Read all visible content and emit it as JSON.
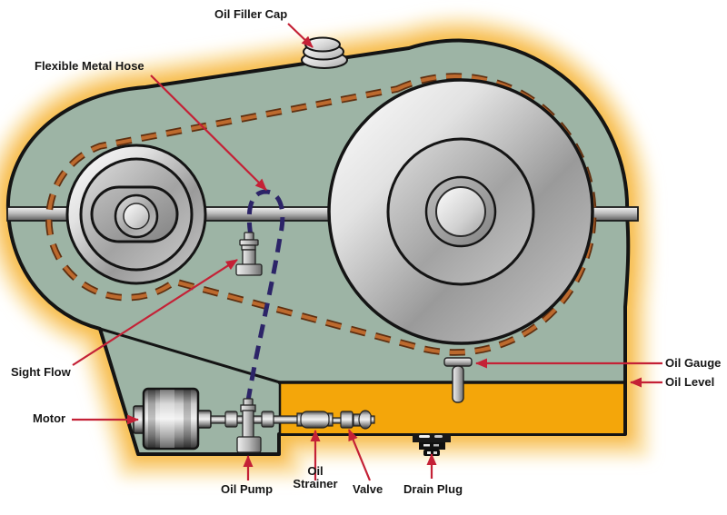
{
  "diagram": {
    "labels": {
      "oil_filler_cap": "Oil Filler Cap",
      "flexible_metal_hose": "Flexible Metal Hose",
      "sight_flow": "Sight Flow",
      "motor": "Motor",
      "oil_pump": "Oil Pump",
      "oil_strainer_line1": "Oil",
      "oil_strainer_line2": "Strainer",
      "valve": "Valve",
      "drain_plug": "Drain Plug",
      "oil_gauge": "Oil Gauge",
      "oil_level": "Oil Level"
    },
    "colors": {
      "housing": "#9db4a5",
      "oil": "#f4a60a",
      "belt": "#bd6a2e",
      "belt_dark": "#5f2f10",
      "hose": "#2c2468",
      "arrow": "#c42136",
      "glow_inner": "#f6b83c",
      "glow_outer": "#fbdf9e",
      "outline": "#141414"
    }
  }
}
